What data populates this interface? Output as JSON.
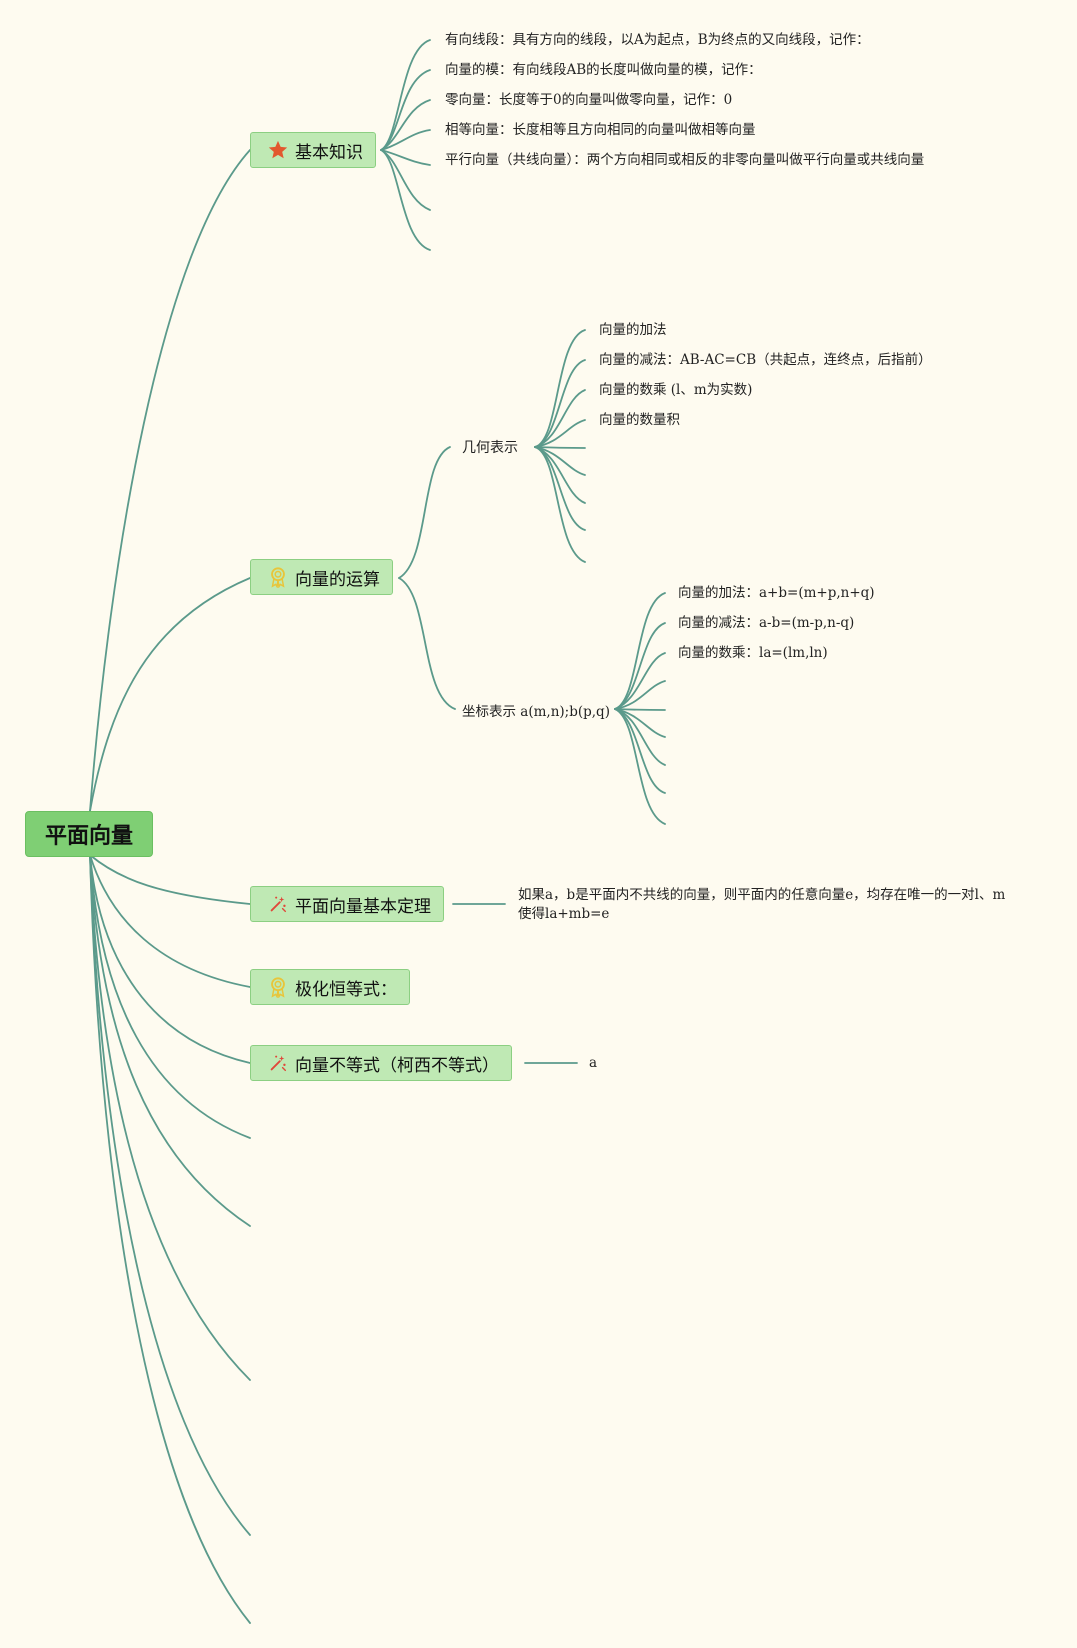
{
  "root": {
    "label": "平面向量"
  },
  "topics": {
    "basic": {
      "label": "基本知识",
      "icon": "star-icon",
      "leaves": [
        "有向线段：具有方向的线段，以A为起点，B为终点的又向线段，记作：",
        "向量的模：有向线段AB的长度叫做向量的模，记作：",
        "零向量：长度等于0的向量叫做零向量，记作：0",
        "相等向量：长度相等且方向相同的向量叫做相等向量",
        "平行向量（共线向量）：两个方向相同或相反的非零向量叫做平行向量或共线向量"
      ]
    },
    "operations": {
      "label": "向量的运算",
      "icon": "award-ribbon-icon",
      "geometric": {
        "label": "几何表示",
        "leaves": [
          "向量的加法",
          "向量的减法：AB-AC=CB（共起点，连终点，后指前）",
          "向量的数乘 (l、m为实数)",
          "向量的数量积"
        ]
      },
      "coordinate": {
        "label": "坐标表示 a(m,n);b(p,q)",
        "leaves": [
          "向量的加法：a+b=(m+p,n+q)",
          "向量的减法：a-b=(m-p,n-q)",
          "向量的数乘：la=(lm,ln)"
        ]
      }
    },
    "theorem": {
      "label": "平面向量基本定理",
      "icon": "magic-wand-icon",
      "leaf": "如果a，b是平面内不共线的向量，则平面内的任意向量e，均存在唯一的一对l、m使得la+mb=e"
    },
    "polarization": {
      "label": "极化恒等式：",
      "icon": "award-ribbon-icon"
    },
    "inequality": {
      "label": "向量不等式（柯西不等式）",
      "icon": "magic-wand-icon",
      "leaf": "a"
    }
  },
  "colors": {
    "background": "#fefbf0",
    "branch_line": "#5b9a8b",
    "root_fill": "#7fcf74",
    "topic_fill": "#bfe9b4",
    "star_icon": "#e2582e",
    "award_icon": "#e8c53a",
    "wand_icon": "#e0483a"
  }
}
